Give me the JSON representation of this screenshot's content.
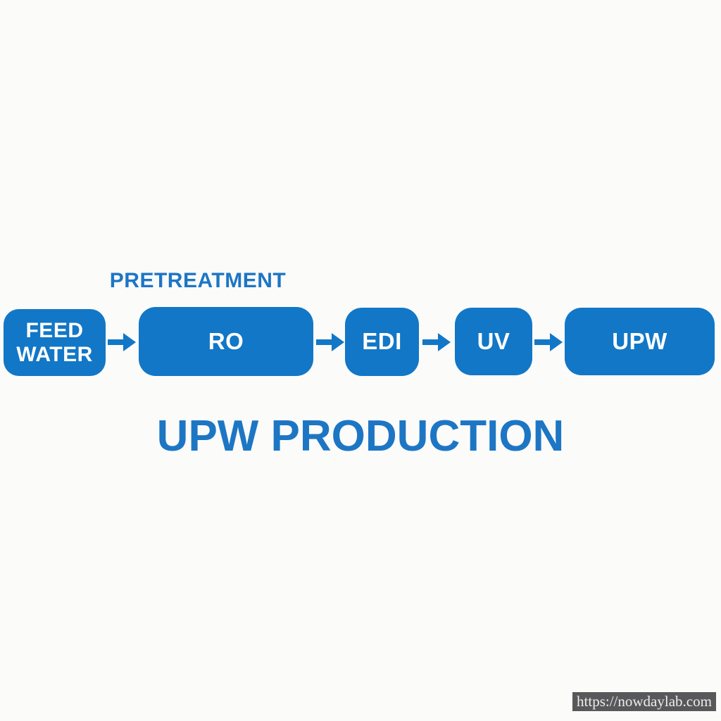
{
  "page": {
    "background_color": "#fbfbfa"
  },
  "diagram": {
    "stage_label": "PRETREATMENT",
    "title": "UPW PRODUCTION",
    "accent_color": "#1277c6",
    "label_text_color": "#1d76c4",
    "node_text_color": "#ffffff",
    "nodes": [
      {
        "id": "feed-water",
        "label": "FEED WATER"
      },
      {
        "id": "ro",
        "label": "RO"
      },
      {
        "id": "edi",
        "label": "EDI"
      },
      {
        "id": "uv",
        "label": "UV"
      },
      {
        "id": "upw",
        "label": "UPW"
      }
    ],
    "arrow_count": 4
  },
  "watermark": {
    "text": "https://nowdaylab.com",
    "background_color": "#58585a",
    "text_color": "#ededed"
  }
}
